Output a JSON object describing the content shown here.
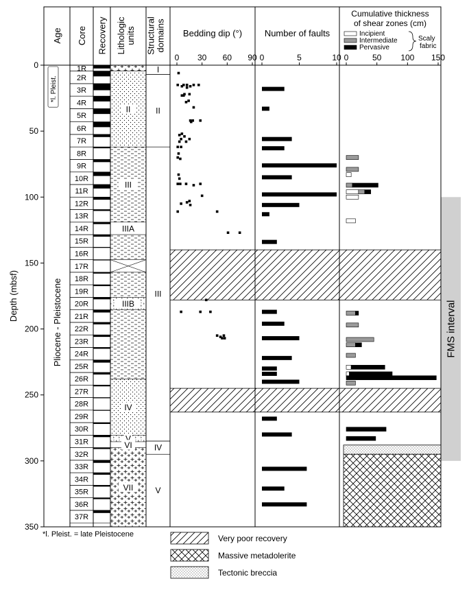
{
  "chart_data": {
    "type": "scatter",
    "depth_axis": {
      "label": "Depth (mbsf)",
      "range": [
        0,
        350
      ],
      "ticks": [
        0,
        50,
        100,
        150,
        200,
        250,
        300,
        350
      ]
    },
    "column_headers": {
      "age": "Age",
      "core": "Core",
      "recovery": "Recovery",
      "lithologic_units": "Lithologic units",
      "structural_domains": "Structural domains",
      "bedding_dip": "Bedding dip (°)",
      "faults": "Number of faults",
      "shear_zones": "Cumulative thickness of shear zones (cm)"
    },
    "age": {
      "main": "Pliocene - Pleistocene",
      "upper": "*l. Pleist.",
      "upper_range": [
        0,
        10
      ],
      "footnote": "*l. Pleist. = late Pleistocene"
    },
    "cores": [
      {
        "name": "1R",
        "top": 0,
        "bottom": 4.5,
        "recovered": 2.5
      },
      {
        "name": "2R",
        "top": 4.5,
        "bottom": 14,
        "recovered": 4
      },
      {
        "name": "3R",
        "top": 14,
        "bottom": 23.5,
        "recovered": 5
      },
      {
        "name": "4R",
        "top": 23.5,
        "bottom": 33,
        "recovered": 4
      },
      {
        "name": "5R",
        "top": 33,
        "bottom": 43,
        "recovered": 4
      },
      {
        "name": "6R",
        "top": 43,
        "bottom": 52.5,
        "recovered": 4
      },
      {
        "name": "7R",
        "top": 52.5,
        "bottom": 62,
        "recovered": 2
      },
      {
        "name": "8R",
        "top": 62,
        "bottom": 71.5,
        "recovered": 1
      },
      {
        "name": "9R",
        "top": 71.5,
        "bottom": 81,
        "recovered": 2
      },
      {
        "name": "10R",
        "top": 81,
        "bottom": 90.5,
        "recovered": 3
      },
      {
        "name": "11R",
        "top": 90.5,
        "bottom": 100,
        "recovered": 3
      },
      {
        "name": "12R",
        "top": 100,
        "bottom": 109.5,
        "recovered": 2
      },
      {
        "name": "13R",
        "top": 109.5,
        "bottom": 119,
        "recovered": 1
      },
      {
        "name": "14R",
        "top": 119,
        "bottom": 128.5,
        "recovered": 1.5
      },
      {
        "name": "15R",
        "top": 128.5,
        "bottom": 138,
        "recovered": 1.5
      },
      {
        "name": "16R",
        "top": 138,
        "bottom": 147.5,
        "recovered": 0.5
      },
      {
        "name": "17R",
        "top": 147.5,
        "bottom": 157,
        "recovered": 0.5
      },
      {
        "name": "18R",
        "top": 157,
        "bottom": 166.5,
        "recovered": 1
      },
      {
        "name": "19R",
        "top": 166.5,
        "bottom": 176,
        "recovered": 1
      },
      {
        "name": "20R",
        "top": 176,
        "bottom": 185.5,
        "recovered": 1.5
      },
      {
        "name": "21R",
        "top": 185.5,
        "bottom": 195,
        "recovered": 2
      },
      {
        "name": "22R",
        "top": 195,
        "bottom": 204.5,
        "recovered": 1.5
      },
      {
        "name": "23R",
        "top": 204.5,
        "bottom": 214,
        "recovered": 1.5
      },
      {
        "name": "24R",
        "top": 214,
        "bottom": 223.5,
        "recovered": 1
      },
      {
        "name": "25R",
        "top": 223.5,
        "bottom": 233,
        "recovered": 2
      },
      {
        "name": "26R",
        "top": 233,
        "bottom": 242.5,
        "recovered": 1.5
      },
      {
        "name": "27R",
        "top": 242.5,
        "bottom": 252,
        "recovered": 1
      },
      {
        "name": "28R",
        "top": 252,
        "bottom": 261.5,
        "recovered": 0.5
      },
      {
        "name": "29R",
        "top": 261.5,
        "bottom": 271,
        "recovered": 0.5
      },
      {
        "name": "30R",
        "top": 271,
        "bottom": 280.5,
        "recovered": 1
      },
      {
        "name": "31R",
        "top": 280.5,
        "bottom": 290,
        "recovered": 1.5
      },
      {
        "name": "32R",
        "top": 290,
        "bottom": 299.5,
        "recovered": 1
      },
      {
        "name": "33R",
        "top": 299.5,
        "bottom": 309,
        "recovered": 2
      },
      {
        "name": "34R",
        "top": 309,
        "bottom": 318.5,
        "recovered": 1.5
      },
      {
        "name": "35R",
        "top": 318.5,
        "bottom": 328,
        "recovered": 1
      },
      {
        "name": "36R",
        "top": 328,
        "bottom": 337.5,
        "recovered": 1
      },
      {
        "name": "37R",
        "top": 337.5,
        "bottom": 347,
        "recovered": 2
      }
    ],
    "lithologic_units": [
      {
        "label": "I",
        "top": 0,
        "bottom": 4.5,
        "pattern": "crosses",
        "show_label": false
      },
      {
        "label": "II",
        "top": 4.5,
        "bottom": 62,
        "pattern": "dots",
        "show_label": true
      },
      {
        "label": "III",
        "top": 62,
        "bottom": 119,
        "pattern": "dashes",
        "show_label": true
      },
      {
        "label": "IIIA",
        "top": 119,
        "bottom": 128.5,
        "pattern": "blank",
        "show_label": true
      },
      {
        "label": "",
        "top": 128.5,
        "bottom": 147.5,
        "pattern": "dashes",
        "show_label": false
      },
      {
        "label": "",
        "top": 147.5,
        "bottom": 157,
        "pattern": "cross-lines",
        "show_label": false
      },
      {
        "label": "",
        "top": 157,
        "bottom": 176,
        "pattern": "dashes",
        "show_label": false
      },
      {
        "label": "IIIB",
        "top": 176,
        "bottom": 185.5,
        "pattern": "breccia",
        "show_label": true
      },
      {
        "label": "",
        "top": 185.5,
        "bottom": 238,
        "pattern": "dashes",
        "show_label": false
      },
      {
        "label": "IV",
        "top": 238,
        "bottom": 280.5,
        "pattern": "dots",
        "show_label": true
      },
      {
        "label": "V",
        "top": 280.5,
        "bottom": 285.5,
        "pattern": "breccia",
        "show_label": true
      },
      {
        "label": "VI",
        "top": 285.5,
        "bottom": 290,
        "pattern": "blank",
        "show_label": true
      },
      {
        "label": "VII",
        "top": 290,
        "bottom": 350,
        "pattern": "crosses",
        "show_label": true
      }
    ],
    "structural_domains": [
      {
        "label": "I",
        "top": 0,
        "bottom": 7
      },
      {
        "label": "II",
        "top": 7,
        "bottom": 62
      },
      {
        "label": "III",
        "top": 62,
        "bottom": 285
      },
      {
        "label": "IV",
        "top": 285,
        "bottom": 295
      },
      {
        "label": "V",
        "top": 295,
        "bottom": 350
      }
    ],
    "bedding_dip": {
      "xlim": [
        0,
        90
      ],
      "ticks": [
        0,
        30,
        60,
        90
      ],
      "points": [
        [
          2,
          6
        ],
        [
          1,
          15
        ],
        [
          6,
          16
        ],
        [
          8,
          15
        ],
        [
          12,
          15
        ],
        [
          16,
          16
        ],
        [
          20,
          15
        ],
        [
          26,
          15
        ],
        [
          12,
          17
        ],
        [
          9,
          22
        ],
        [
          15,
          22
        ],
        [
          6,
          23
        ],
        [
          8,
          23
        ],
        [
          14,
          27
        ],
        [
          11,
          28
        ],
        [
          20,
          32
        ],
        [
          16,
          42
        ],
        [
          19,
          42
        ],
        [
          17,
          43
        ],
        [
          28,
          42
        ],
        [
          6,
          52
        ],
        [
          3,
          53
        ],
        [
          9,
          54
        ],
        [
          5,
          56
        ],
        [
          15,
          56
        ],
        [
          3,
          58
        ],
        [
          11,
          58
        ],
        [
          5,
          62
        ],
        [
          1,
          62
        ],
        [
          2,
          67
        ],
        [
          1,
          70
        ],
        [
          4,
          71
        ],
        [
          2,
          83
        ],
        [
          3,
          86
        ],
        [
          4,
          90
        ],
        [
          11,
          90
        ],
        [
          20,
          91
        ],
        [
          28,
          90
        ],
        [
          1,
          90
        ],
        [
          30,
          99
        ],
        [
          15,
          103
        ],
        [
          12,
          104
        ],
        [
          5,
          105
        ],
        [
          16,
          106
        ],
        [
          1,
          111
        ],
        [
          48,
          111
        ],
        [
          61,
          127
        ],
        [
          75,
          127
        ],
        [
          35,
          178
        ],
        [
          28,
          187
        ],
        [
          40,
          187
        ],
        [
          5,
          187
        ],
        [
          48,
          205
        ],
        [
          52,
          206
        ],
        [
          56,
          205
        ],
        [
          57,
          207
        ],
        [
          54,
          207
        ]
      ]
    },
    "faults": {
      "xlim": [
        0,
        10
      ],
      "ticks": [
        0,
        5,
        10
      ],
      "bars": [
        {
          "depth": 18,
          "count": 3
        },
        {
          "depth": 33,
          "count": 1
        },
        {
          "depth": 56,
          "count": 4
        },
        {
          "depth": 63,
          "count": 3
        },
        {
          "depth": 76,
          "count": 10
        },
        {
          "depth": 85,
          "count": 4
        },
        {
          "depth": 98,
          "count": 10
        },
        {
          "depth": 106,
          "count": 5
        },
        {
          "depth": 113,
          "count": 1
        },
        {
          "depth": 134,
          "count": 2
        },
        {
          "depth": 187,
          "count": 2
        },
        {
          "depth": 196,
          "count": 3
        },
        {
          "depth": 207,
          "count": 5
        },
        {
          "depth": 222,
          "count": 4
        },
        {
          "depth": 230,
          "count": 2
        },
        {
          "depth": 234,
          "count": 2
        },
        {
          "depth": 240,
          "count": 5
        },
        {
          "depth": 268,
          "count": 2
        },
        {
          "depth": 280,
          "count": 4
        },
        {
          "depth": 306,
          "count": 6
        },
        {
          "depth": 321,
          "count": 3
        },
        {
          "depth": 333,
          "count": 6
        }
      ]
    },
    "shear_zones": {
      "xlim": [
        0,
        150
      ],
      "ticks": [
        0,
        50,
        100,
        150
      ],
      "legend": {
        "title": "Scaly fabric",
        "items": [
          {
            "label": "Incipient",
            "color": "#ffffff"
          },
          {
            "label": "Intermediate",
            "color": "#9a9a9a"
          },
          {
            "label": "Pervasive",
            "color": "#000000"
          }
        ]
      },
      "bars": [
        {
          "depth": 70,
          "incipient": 0,
          "intermediate": 20,
          "pervasive": 0
        },
        {
          "depth": 76,
          "incipient": 0,
          "intermediate": 0,
          "pervasive": 0
        },
        {
          "depth": 79,
          "incipient": 0,
          "intermediate": 20,
          "pervasive": 0
        },
        {
          "depth": 83,
          "incipient": 8,
          "intermediate": 0,
          "pervasive": 0
        },
        {
          "depth": 91,
          "incipient": 0,
          "intermediate": 10,
          "pervasive": 42
        },
        {
          "depth": 96,
          "incipient": 20,
          "intermediate": 10,
          "pervasive": 10
        },
        {
          "depth": 100,
          "incipient": 20,
          "intermediate": 0,
          "pervasive": 0
        },
        {
          "depth": 118,
          "incipient": 15,
          "intermediate": 0,
          "pervasive": 0
        },
        {
          "depth": 188,
          "incipient": 0,
          "intermediate": 15,
          "pervasive": 5
        },
        {
          "depth": 197,
          "incipient": 0,
          "intermediate": 20,
          "pervasive": 0
        },
        {
          "depth": 208,
          "incipient": 0,
          "intermediate": 45,
          "pervasive": 0
        },
        {
          "depth": 212,
          "incipient": 0,
          "intermediate": 15,
          "pervasive": 10
        },
        {
          "depth": 220,
          "incipient": 0,
          "intermediate": 15,
          "pervasive": 0
        },
        {
          "depth": 229,
          "incipient": 8,
          "intermediate": 0,
          "pervasive": 55
        },
        {
          "depth": 234,
          "incipient": 5,
          "intermediate": 0,
          "pervasive": 70
        },
        {
          "depth": 237,
          "incipient": 0,
          "intermediate": 0,
          "pervasive": 147
        },
        {
          "depth": 241,
          "incipient": 0,
          "intermediate": 15,
          "pervasive": 0
        },
        {
          "depth": 276,
          "incipient": 0,
          "intermediate": 0,
          "pervasive": 65
        },
        {
          "depth": 283,
          "incipient": 0,
          "intermediate": 0,
          "pervasive": 48
        }
      ]
    },
    "hatched_zones": [
      {
        "top": 140,
        "bottom": 178,
        "pattern": "very-poor-recovery"
      },
      {
        "top": 245,
        "bottom": 263,
        "pattern": "very-poor-recovery"
      }
    ],
    "shear_zone_column_fills": [
      {
        "top": 288,
        "bottom": 295,
        "pattern": "tectonic-breccia"
      },
      {
        "top": 295,
        "bottom": 350,
        "pattern": "massive-metadolerite"
      }
    ],
    "fms_interval": {
      "label": "FMS interval",
      "top": 100,
      "bottom": 300
    },
    "pattern_legend": [
      {
        "key": "very-poor-recovery",
        "label": "Very poor recovery"
      },
      {
        "key": "massive-metadolerite",
        "label": "Massive metadolerite"
      },
      {
        "key": "tectonic-breccia",
        "label": "Tectonic breccia"
      }
    ]
  }
}
